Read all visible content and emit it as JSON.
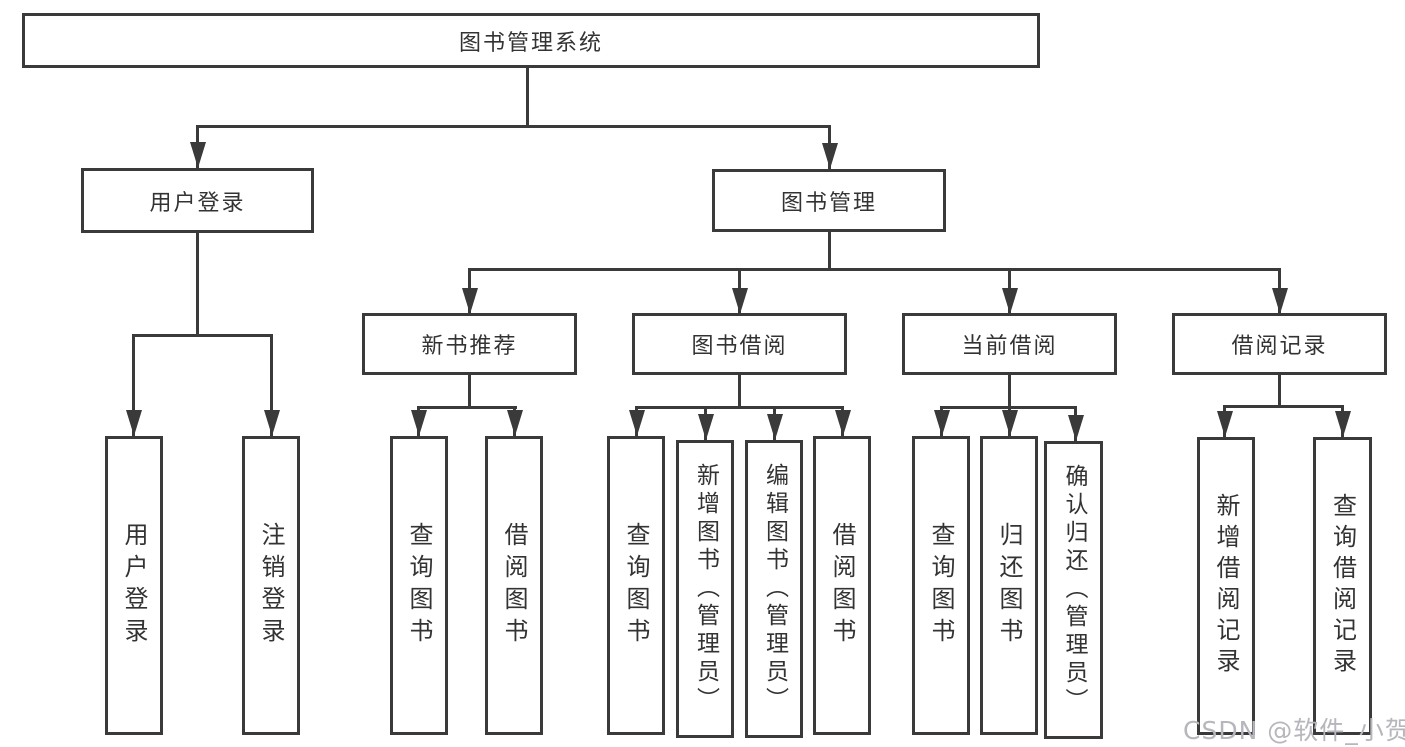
{
  "diagram": {
    "root": "图书管理系统",
    "level2": {
      "user_login": "用户登录",
      "book_management": "图书管理"
    },
    "level3": {
      "new_book": "新书推荐",
      "book_borrow": "图书借阅",
      "current_borrow": "当前借阅",
      "borrow_record": "借阅记录"
    },
    "leaves": {
      "user_login": "用户登录",
      "logout": "注销登录",
      "nb_query": "查询图书",
      "nb_borrow": "借阅图书",
      "bb_query": "查询图书",
      "bb_add": "新增图书（管理员）",
      "bb_edit": "编辑图书（管理员）",
      "bb_borrow": "借阅图书",
      "cb_query": "查询图书",
      "cb_return": "归还图书",
      "cb_confirm": "确认归还（管理员）",
      "br_add": "新增借阅记录",
      "br_query": "查询借阅记录"
    },
    "watermark": "CSDN @软件_小贺同学",
    "colors": {
      "line": "#3a3a3a",
      "text": "#333333",
      "watermark": "#b6b6bc",
      "background": "#ffffff"
    }
  }
}
